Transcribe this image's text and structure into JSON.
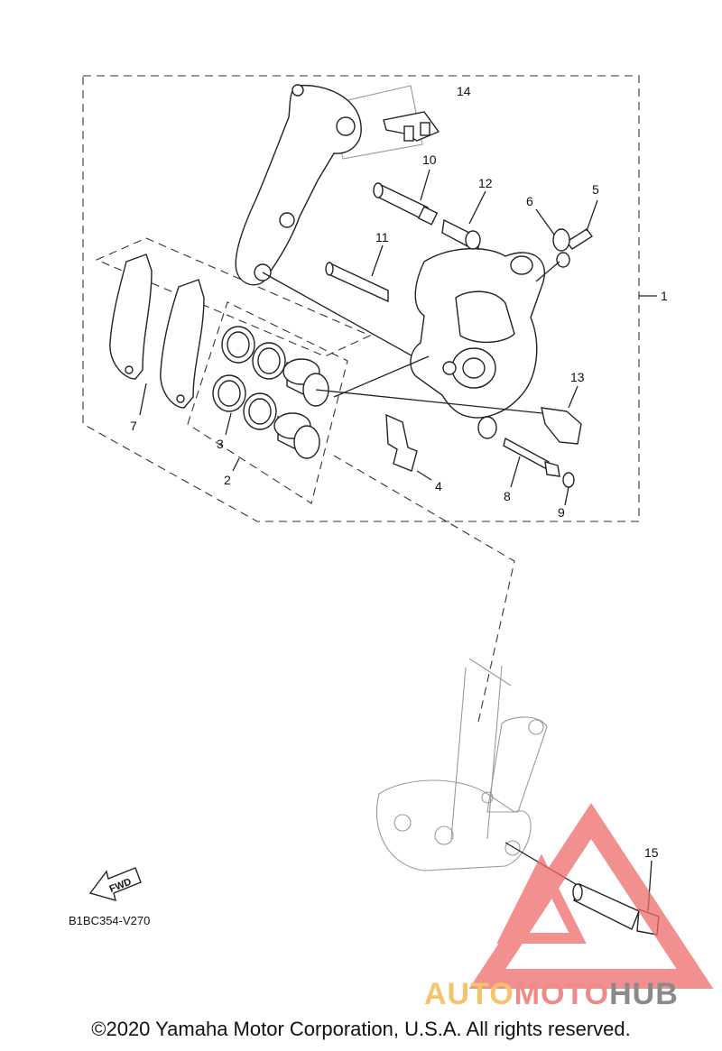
{
  "diagram": {
    "parts": [
      "1",
      "2",
      "3",
      "4",
      "5",
      "6",
      "7",
      "8",
      "9",
      "10",
      "11",
      "12",
      "13",
      "14",
      "15"
    ],
    "code": "B1BC354-V270",
    "fwd": "FWD"
  },
  "watermark": {
    "brand_auto": "AUTO",
    "brand_moto": "MOTO",
    "brand_hub": "HUB",
    "colors": {
      "auto": "#f6c26b",
      "moto": "#f08a8a",
      "hub": "#8a8a8a",
      "logo": "#ee6b6b"
    }
  },
  "footer": {
    "copyright": "©2020 Yamaha Motor Corporation, U.S.A. All rights reserved."
  }
}
